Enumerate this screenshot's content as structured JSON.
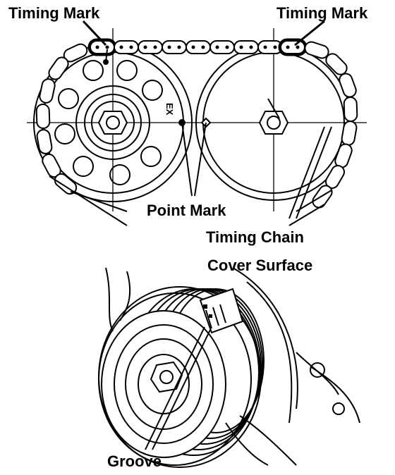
{
  "labels": {
    "timing_mark_left": "Timing Mark",
    "timing_mark_right": "Timing Mark",
    "point_mark": "Point Mark",
    "timing_chain_line1": "Timing Chain",
    "timing_chain_line2": "Cover Surface",
    "groove": "Groove",
    "sprocket_marking": "EX"
  }
}
